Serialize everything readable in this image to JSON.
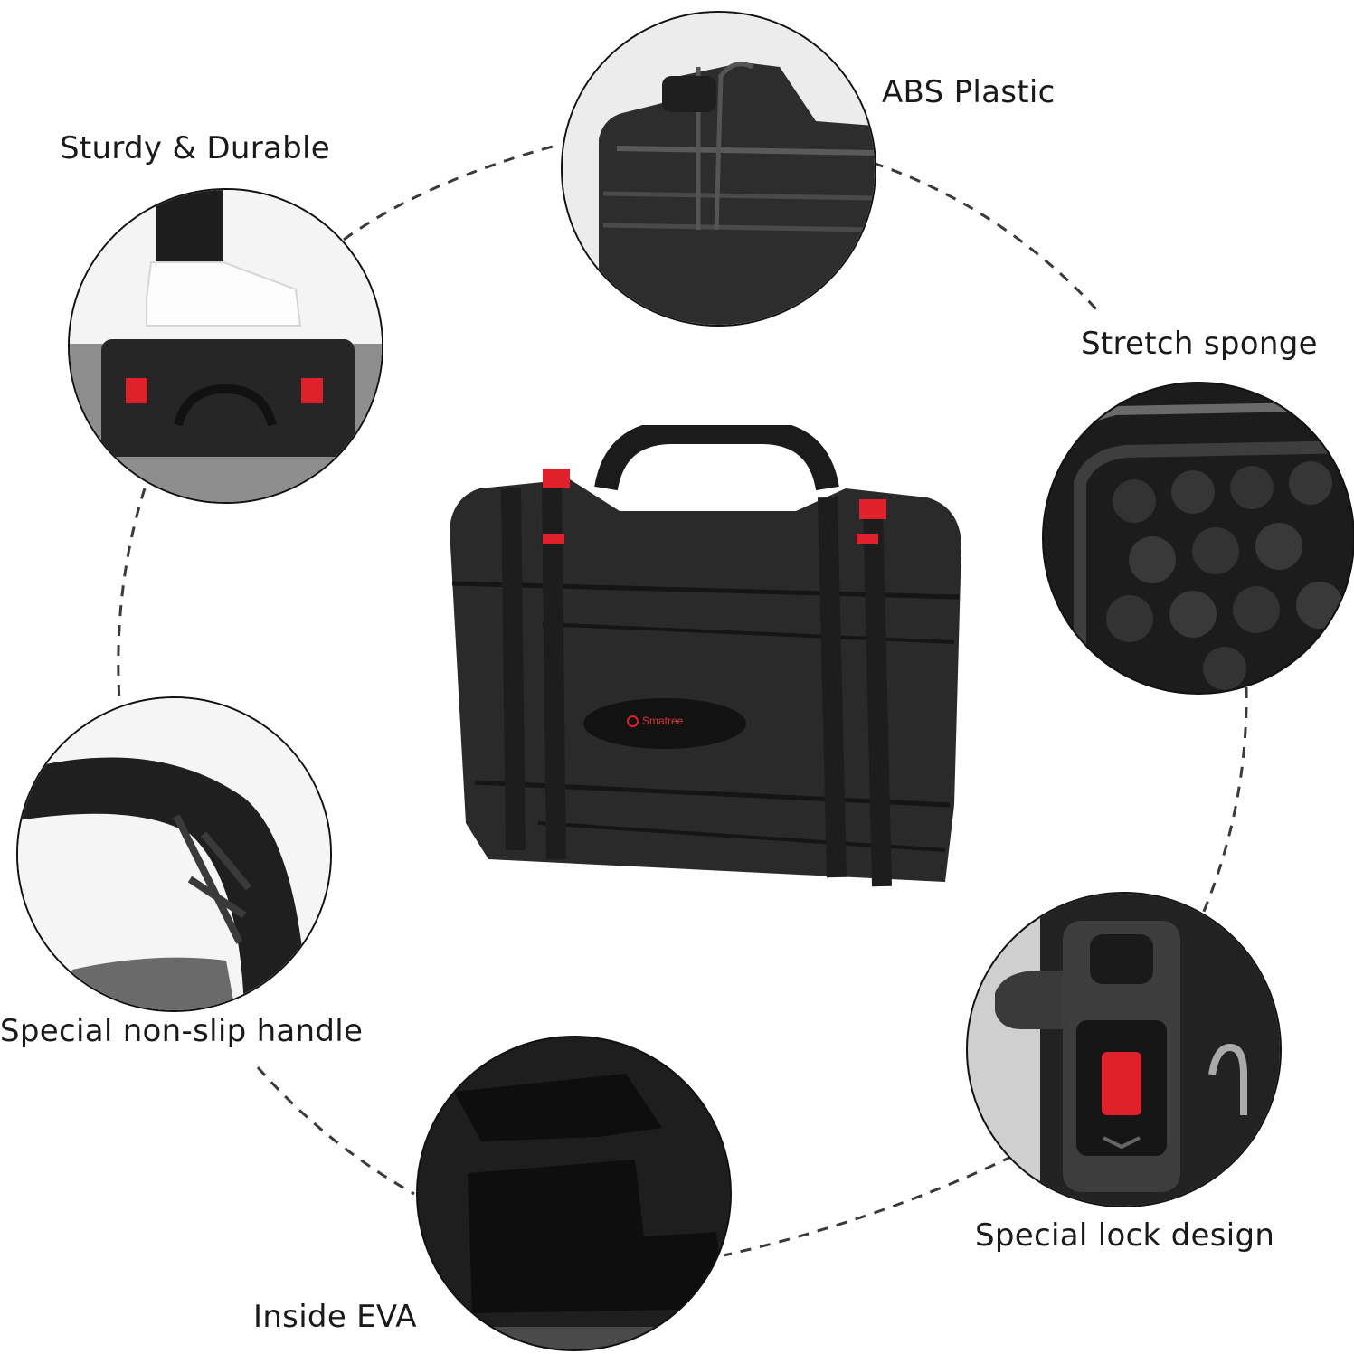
{
  "features": {
    "abs_plastic": "ABS Plastic",
    "sturdy": "Sturdy & Durable",
    "stretch_sponge": "Stretch sponge",
    "non_slip_handle": "Special non-slip handle",
    "lock_design": "Special lock design",
    "inside_eva": "Inside EVA"
  },
  "brand": {
    "logo_text": "Smatree"
  },
  "colors": {
    "case_body": "#2a2a2a",
    "latch_red": "#e0202a",
    "outline": "#111111",
    "dash": "#333333"
  }
}
